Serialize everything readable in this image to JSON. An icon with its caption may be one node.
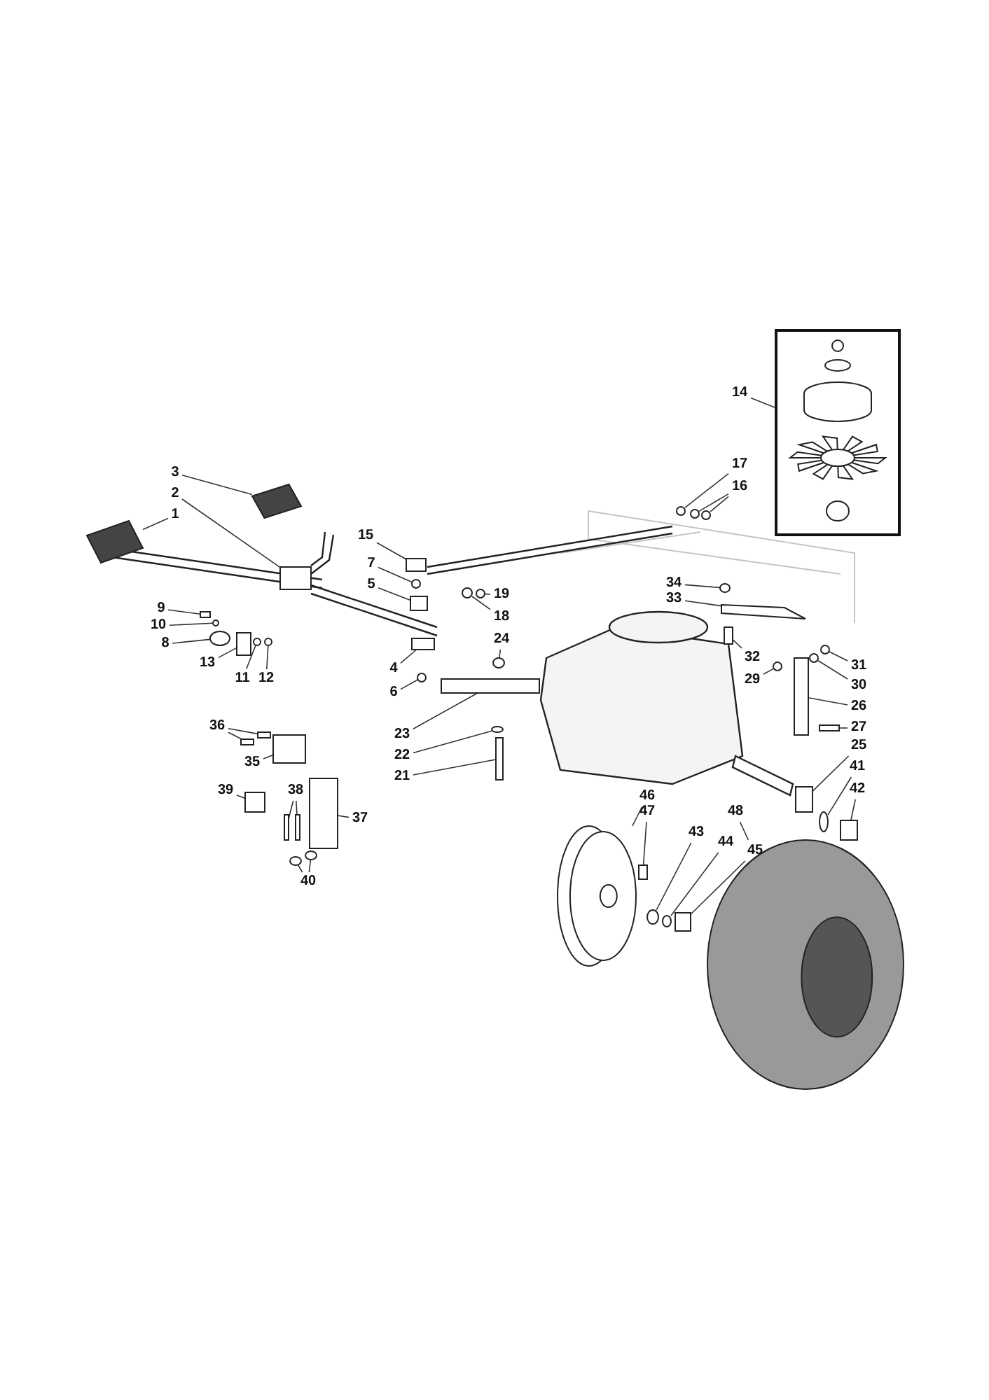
{
  "diagram": {
    "nodes": [
      {
        "text": [
          "1"
        ]
      },
      {
        "text": [
          "2"
        ]
      },
      {
        "text": [
          "3"
        ]
      },
      {
        "text": [
          "4"
        ]
      },
      {
        "text": [
          "5"
        ]
      },
      {
        "text": [
          "6"
        ]
      },
      {
        "text": [
          "7"
        ]
      },
      {
        "text": [
          "8"
        ]
      },
      {
        "text": [
          "9"
        ]
      },
      {
        "text": [
          "10"
        ]
      },
      {
        "text": [
          "11"
        ]
      },
      {
        "text": [
          "12"
        ]
      },
      {
        "text": [
          "13"
        ]
      },
      {
        "text": [
          "14"
        ]
      },
      {
        "text": [
          "15"
        ]
      },
      {
        "text": [
          "16"
        ]
      },
      {
        "text": [
          "17"
        ]
      },
      {
        "text": [
          "18"
        ]
      },
      {
        "text": [
          "19"
        ]
      },
      {
        "text": [
          "21"
        ]
      },
      {
        "text": [
          "22"
        ]
      },
      {
        "text": [
          "23"
        ]
      },
      {
        "text": [
          "24"
        ]
      },
      {
        "text": [
          "25"
        ]
      },
      {
        "text": [
          "26"
        ]
      },
      {
        "text": [
          "27"
        ]
      },
      {
        "text": [
          "29"
        ]
      },
      {
        "text": [
          "30"
        ]
      },
      {
        "text": [
          "31"
        ]
      },
      {
        "text": [
          "32"
        ]
      },
      {
        "text": [
          "33"
        ]
      },
      {
        "text": [
          "34"
        ]
      },
      {
        "text": [
          "35"
        ]
      },
      {
        "text": [
          "36"
        ]
      },
      {
        "text": [
          "37"
        ]
      },
      {
        "text": [
          "38"
        ]
      },
      {
        "text": [
          "39"
        ]
      },
      {
        "text": [
          "40"
        ]
      },
      {
        "text": [
          "41"
        ]
      },
      {
        "text": [
          "42"
        ]
      },
      {
        "text": [
          "43"
        ]
      },
      {
        "text": [
          "44"
        ]
      },
      {
        "text": [
          "45"
        ]
      },
      {
        "text": [
          "46"
        ]
      },
      {
        "text": [
          "47"
        ]
      },
      {
        "text": [
          "48"
        ]
      },
      {
        "text": [],
        "shape": "box"
      },
      {
        "text": [],
        "shape": "picture"
      },
      {
        "text": [],
        "shape": "box"
      },
      {
        "text": [],
        "shape": "picture"
      },
      {
        "text": [],
        "shape": "box"
      },
      {
        "text": [],
        "shape": "box"
      },
      {
        "text": [],
        "shape": "circle"
      },
      {
        "text": [],
        "shape": "circle"
      },
      {
        "text": [],
        "shape": "box"
      },
      {
        "text": [],
        "shape": "circle"
      },
      {
        "text": [],
        "shape": "circle"
      },
      {
        "text": [],
        "shape": "box"
      },
      {
        "text": [],
        "shape": "circle"
      },
      {
        "text": [],
        "shape": "circle"
      },
      {
        "text": [],
        "shape": "box"
      },
      {
        "text": [],
        "shape": "circle"
      },
      {
        "text": [],
        "shape": "circle"
      },
      {
        "text": [],
        "shape": "circle"
      },
      {
        "text": [],
        "shape": "circle"
      },
      {
        "text": [],
        "shape": "circle"
      },
      {
        "text": [],
        "shape": "circle"
      },
      {
        "text": [],
        "shape": "box"
      },
      {
        "text": [],
        "shape": "circle"
      },
      {
        "text": [],
        "shape": "box"
      },
      {
        "text": [],
        "shape": "circle"
      },
      {
        "text": [],
        "shape": "picture"
      },
      {
        "text": [],
        "shape": "box"
      },
      {
        "text": [],
        "shape": "circle"
      },
      {
        "text": [],
        "shape": "circle"
      },
      {
        "text": [],
        "shape": "circle"
      },
      {
        "text": [],
        "shape": "box"
      },
      {
        "text": [],
        "shape": "box"
      },
      {
        "text": [],
        "shape": "box"
      },
      {
        "text": [],
        "shape": "circle"
      },
      {
        "text": [],
        "shape": "box"
      },
      {
        "text": [],
        "shape": "box"
      },
      {
        "text": [],
        "shape": "box"
      },
      {
        "text": [],
        "shape": "box"
      },
      {
        "text": [],
        "shape": "box"
      },
      {
        "text": [],
        "shape": "box"
      },
      {
        "text": [],
        "shape": "box"
      },
      {
        "text": [],
        "shape": "box"
      },
      {
        "text": [],
        "shape": "circle"
      },
      {
        "text": [],
        "shape": "circle"
      },
      {
        "text": [],
        "shape": "picture"
      },
      {
        "text": [],
        "shape": "box"
      },
      {
        "text": [],
        "shape": "circle"
      },
      {
        "text": [],
        "shape": "circle"
      },
      {
        "text": [],
        "shape": "box"
      },
      {
        "text": [],
        "shape": "picture"
      }
    ],
    "edges": [
      {
        "from": 0,
        "to": 47,
        "arrow": "none"
      },
      {
        "from": 1,
        "to": 48,
        "arrow": "none"
      },
      {
        "from": 2,
        "to": 49,
        "arrow": "none"
      },
      {
        "from": 3,
        "to": 50,
        "arrow": "none"
      },
      {
        "from": 4,
        "to": 51,
        "arrow": "none"
      },
      {
        "from": 5,
        "to": 52,
        "arrow": "none"
      },
      {
        "from": 6,
        "to": 53,
        "arrow": "none"
      },
      {
        "from": 7,
        "to": 56,
        "arrow": "none"
      },
      {
        "from": 8,
        "to": 54,
        "arrow": "none"
      },
      {
        "from": 9,
        "to": 55,
        "arrow": "none"
      },
      {
        "from": 10,
        "to": 58,
        "arrow": "none"
      },
      {
        "from": 11,
        "to": 59,
        "arrow": "none"
      },
      {
        "from": 12,
        "to": 57,
        "arrow": "none"
      },
      {
        "from": 13,
        "to": 46,
        "arrow": "none"
      },
      {
        "from": 14,
        "to": 60,
        "arrow": "none"
      },
      {
        "from": 15,
        "to": 62,
        "arrow": "none"
      },
      {
        "from": 15,
        "to": 63,
        "arrow": "none"
      },
      {
        "from": 16,
        "to": 61,
        "arrow": "none"
      },
      {
        "from": 17,
        "to": 65,
        "arrow": "none"
      },
      {
        "from": 18,
        "to": 64,
        "arrow": "none"
      },
      {
        "from": 19,
        "to": 69,
        "arrow": "none"
      },
      {
        "from": 20,
        "to": 68,
        "arrow": "none"
      },
      {
        "from": 21,
        "to": 67,
        "arrow": "none"
      },
      {
        "from": 22,
        "to": 66,
        "arrow": "none"
      },
      {
        "from": 23,
        "to": 78,
        "arrow": "none"
      },
      {
        "from": 24,
        "to": 76,
        "arrow": "none"
      },
      {
        "from": 25,
        "to": 77,
        "arrow": "none"
      },
      {
        "from": 26,
        "to": 75,
        "arrow": "none"
      },
      {
        "from": 27,
        "to": 74,
        "arrow": "none"
      },
      {
        "from": 28,
        "to": 73,
        "arrow": "none"
      },
      {
        "from": 29,
        "to": 72,
        "arrow": "none"
      },
      {
        "from": 30,
        "to": 71,
        "arrow": "none"
      },
      {
        "from": 31,
        "to": 70,
        "arrow": "none"
      },
      {
        "from": 32,
        "to": 83,
        "arrow": "none"
      },
      {
        "from": 33,
        "to": 81,
        "arrow": "none"
      },
      {
        "from": 33,
        "to": 82,
        "arrow": "none"
      },
      {
        "from": 34,
        "to": 87,
        "arrow": "none"
      },
      {
        "from": 35,
        "to": 85,
        "arrow": "none"
      },
      {
        "from": 35,
        "to": 86,
        "arrow": "none"
      },
      {
        "from": 36,
        "to": 84,
        "arrow": "none"
      },
      {
        "from": 37,
        "to": 88,
        "arrow": "none"
      },
      {
        "from": 37,
        "to": 89,
        "arrow": "none"
      },
      {
        "from": 38,
        "to": 79,
        "arrow": "none"
      },
      {
        "from": 39,
        "to": 80,
        "arrow": "none"
      },
      {
        "from": 40,
        "to": 92,
        "arrow": "none"
      },
      {
        "from": 41,
        "to": 93,
        "arrow": "none"
      },
      {
        "from": 42,
        "to": 94,
        "arrow": "none"
      },
      {
        "from": 43,
        "to": 90,
        "arrow": "none"
      },
      {
        "from": 44,
        "to": 91,
        "arrow": "none"
      },
      {
        "from": 45,
        "to": 95,
        "arrow": "none"
      }
    ]
  }
}
